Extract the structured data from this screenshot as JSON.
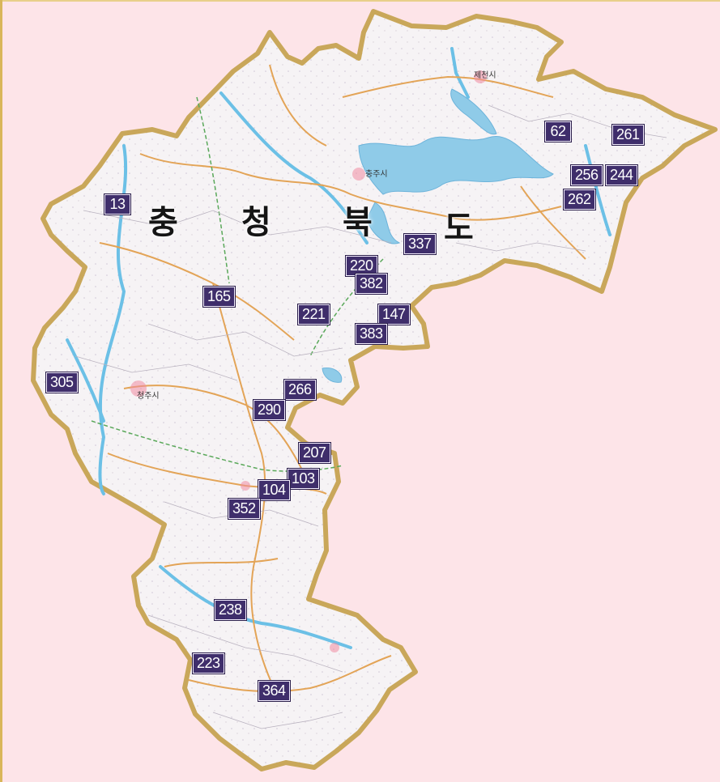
{
  "map": {
    "region_label_chars": [
      "충",
      "청",
      "북",
      "도"
    ],
    "city_labels": [
      "제천시",
      "충주시",
      "청주시"
    ],
    "colors": {
      "background": "#fde4e8",
      "province_fill": "#f7f4f6",
      "province_border": "#c9a75a",
      "water": "#7fc6e6",
      "road": "#e0a35a",
      "marker_bg": "#3f2e6b",
      "marker_text": "#ffffff"
    },
    "markers": [
      "13",
      "62",
      "261",
      "256",
      "244",
      "262",
      "337",
      "220",
      "382",
      "165",
      "221",
      "147",
      "383",
      "305",
      "266",
      "290",
      "207",
      "103",
      "104",
      "352",
      "238",
      "223",
      "364"
    ]
  }
}
